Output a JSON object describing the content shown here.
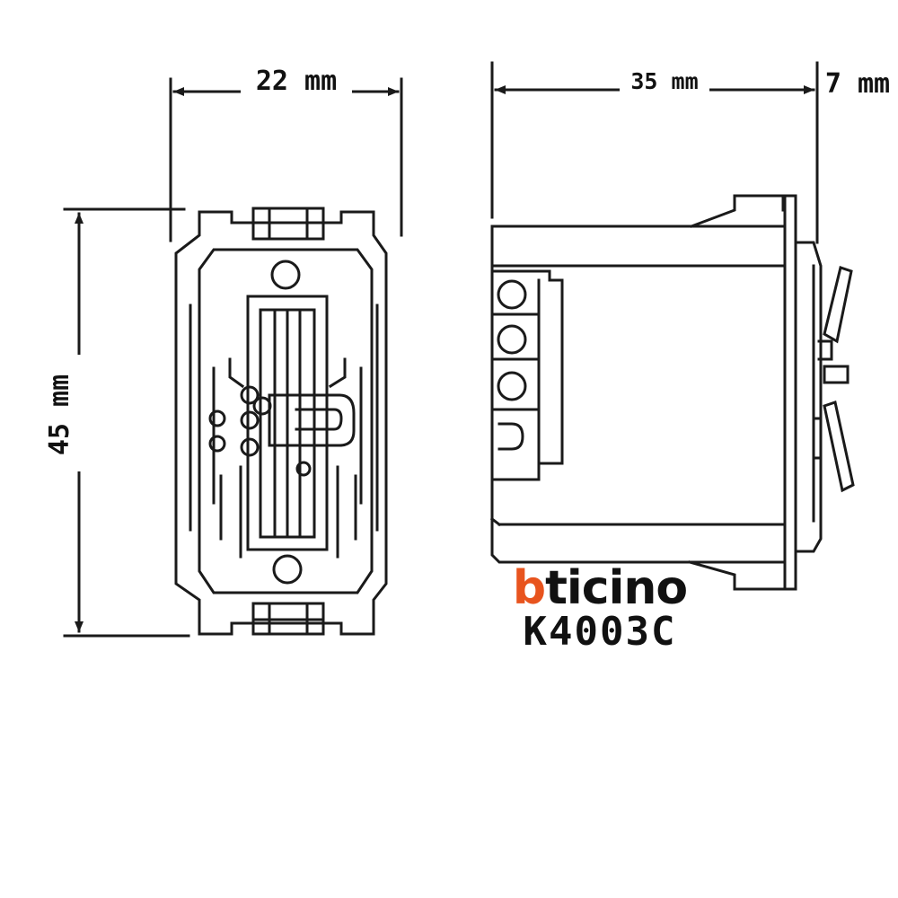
{
  "dimensions": {
    "width": "22 mm",
    "depth": "35 mm",
    "protrusion": "7 mm",
    "height": "45 mm"
  },
  "brand": {
    "prefix": "b",
    "rest": "ticino",
    "prefix_color": "#e8541e",
    "rest_color": "#111111"
  },
  "model": "K4003C",
  "colors": {
    "line": "#1a1a1a",
    "background": "#ffffff"
  }
}
